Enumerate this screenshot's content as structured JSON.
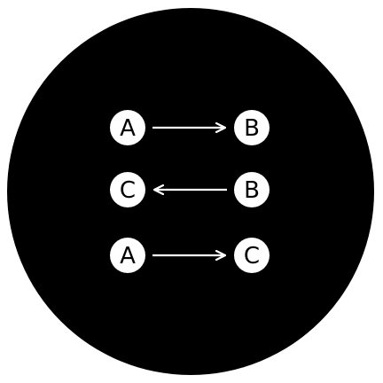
{
  "colors": {
    "background": "#ffffff",
    "disc": "#000000",
    "node_fill": "#ffffff",
    "node_text": "#000000",
    "arrow": "#ffffff"
  },
  "relations": [
    {
      "from": "A",
      "to": "B",
      "left": "A",
      "right": "B",
      "direction": "right"
    },
    {
      "from": "B",
      "to": "C",
      "left": "C",
      "right": "B",
      "direction": "left"
    },
    {
      "from": "A",
      "to": "C",
      "left": "A",
      "right": "C",
      "direction": "right"
    }
  ]
}
